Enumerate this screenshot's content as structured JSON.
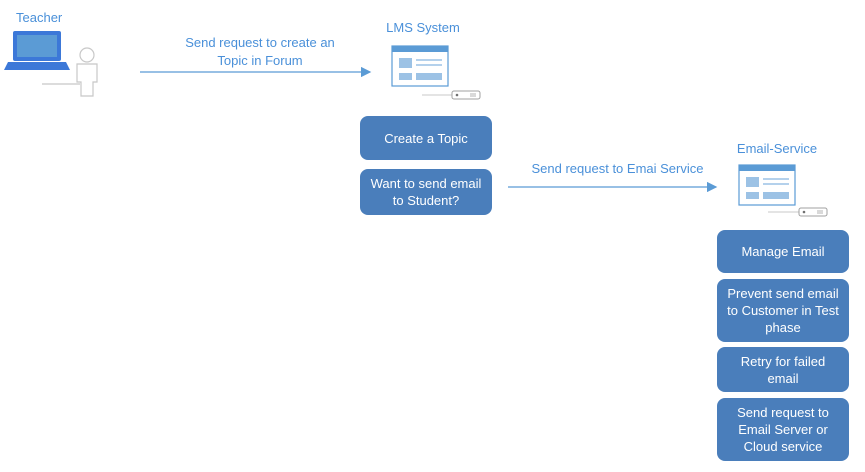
{
  "actor": {
    "label": "Teacher"
  },
  "lms": {
    "title": "LMS System",
    "boxes": [
      "Create a Topic",
      "Want to send email\nto Student?"
    ]
  },
  "email_service": {
    "title": "Email-Service",
    "boxes": [
      "Manage Email",
      "Prevent send email\nto Customer in Test\nphase",
      "Retry for failed\nemail",
      "Send request to\nEmail Server or\nCloud service"
    ]
  },
  "arrows": {
    "teacher_to_lms": "Send request to create an\nTopic in Forum",
    "lms_to_email": "Send request to Emai Service"
  },
  "colors": {
    "box_fill": "#4a7ebb",
    "accent": "#5b9bd5",
    "text_blue": "#4a90d9"
  }
}
